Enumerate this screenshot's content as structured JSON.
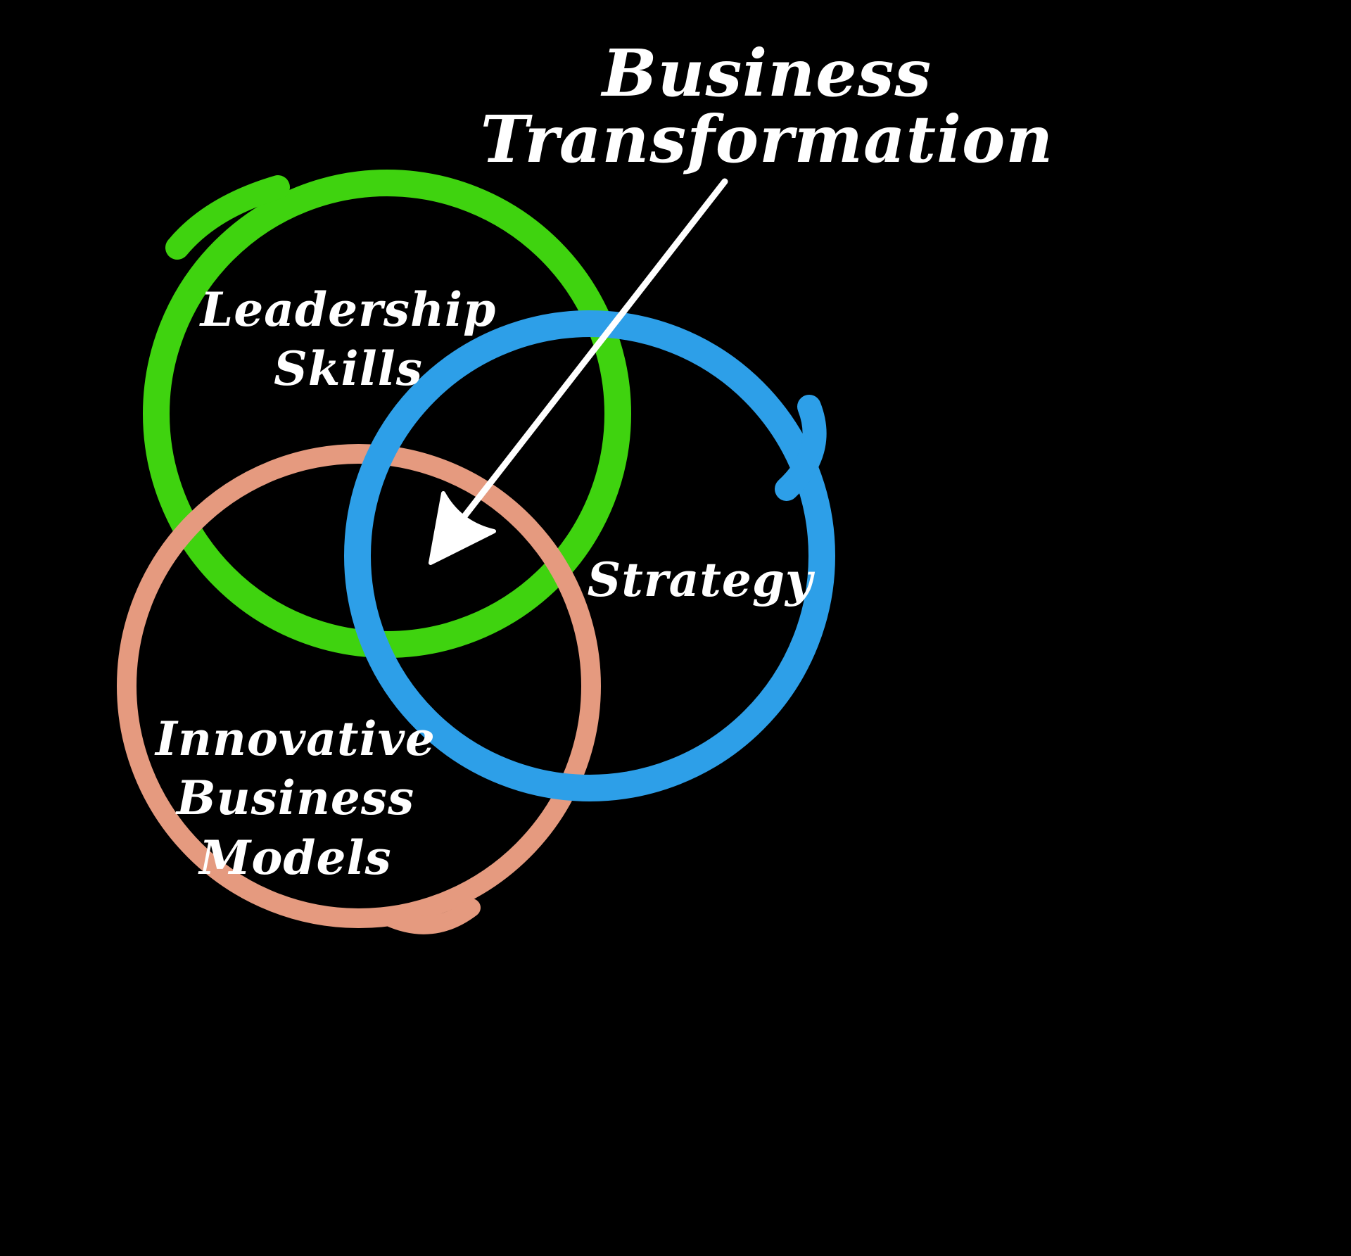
{
  "background": "#000000",
  "text_color": "#ffffff",
  "title": {
    "full": "Business Transformation",
    "line1": "Business",
    "line2": "Transformation"
  },
  "sets": {
    "leadership": {
      "name": "Leadership Skills",
      "line1": "Leadership",
      "line2": "Skills",
      "color": "#3fd30f"
    },
    "strategy": {
      "name": "Strategy",
      "line1": "Strategy",
      "color": "#2d9fe8"
    },
    "innovative": {
      "name": "Innovative Business Models",
      "line1": "Innovative",
      "line2": "Business",
      "line3": "Models",
      "color": "#e59a7f"
    }
  },
  "arrow": {
    "color": "#ffffff"
  }
}
